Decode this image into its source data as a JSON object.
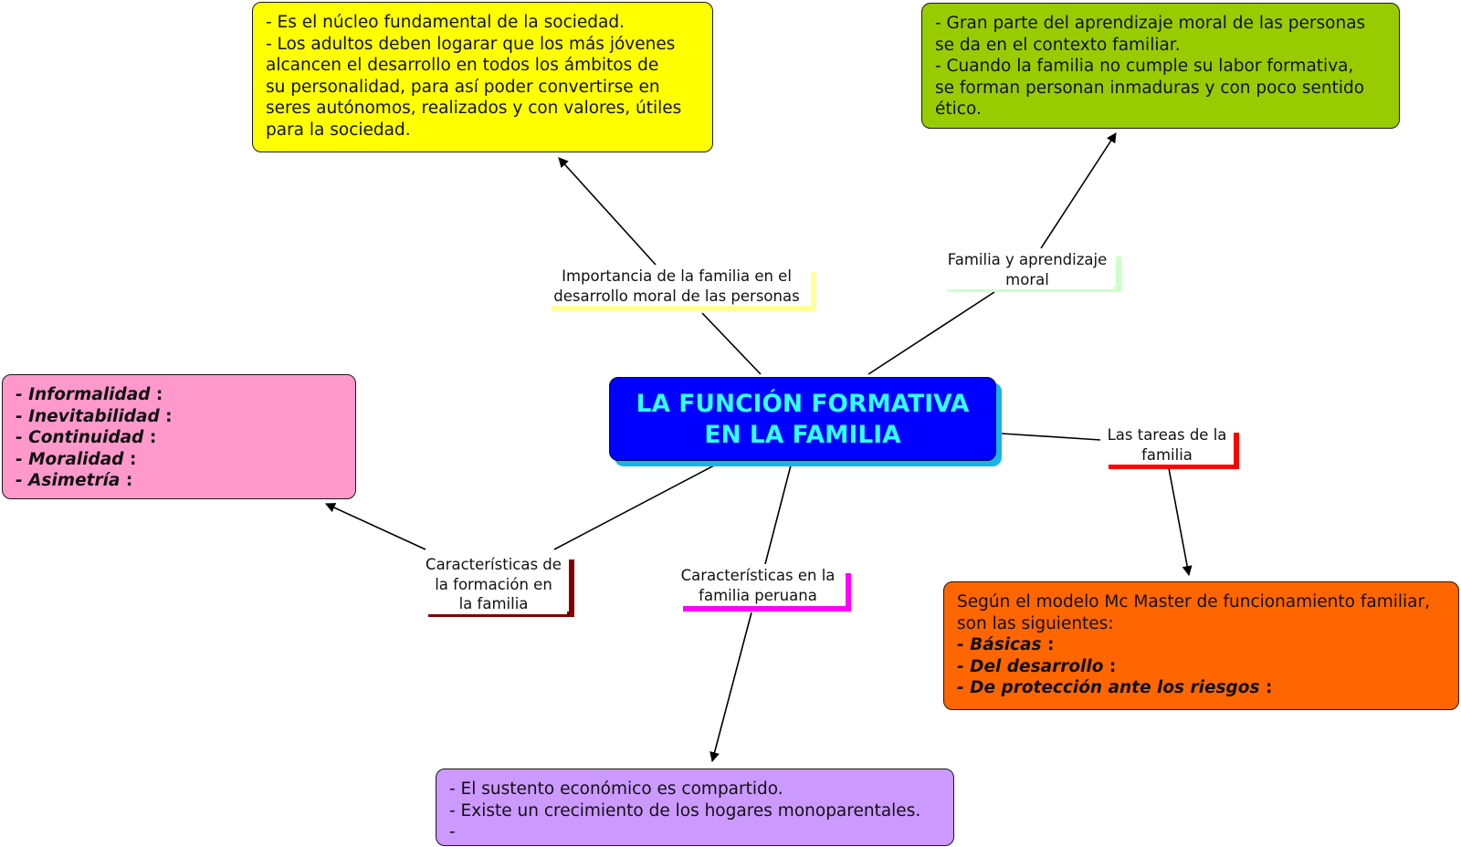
{
  "central": {
    "lines": [
      "LA FUNCIÓN FORMATIVA",
      "EN LA FAMILIA"
    ]
  },
  "links": [
    {
      "id": "importancia",
      "lines": [
        "Importancia de la familia en el",
        "desarrollo moral de las personas"
      ],
      "accent": "#ffff99"
    },
    {
      "id": "aprendizaje",
      "lines": [
        "Familia y aprendizaje",
        "moral"
      ],
      "accent": "#ccffcc"
    },
    {
      "id": "tareas",
      "lines": [
        "Las tareas de la",
        "familia"
      ],
      "accent": "#ff0000"
    },
    {
      "id": "caracteristicas-formacion",
      "lines": [
        "Características de",
        "la formación en",
        "la familia"
      ],
      "accent": "#800000"
    },
    {
      "id": "caracteristicas-peruana",
      "lines": [
        "Características en la",
        "familia peruana"
      ],
      "accent": "#ff00ff"
    }
  ],
  "boxes": {
    "yellow": {
      "color": "#ffff00",
      "lines": [
        "- Es el núcleo fundamental de la sociedad.",
        "- Los adultos deben logarar que los más jóvenes",
        "alcancen el desarrollo en todos los ámbitos de",
        "su personalidad, para así poder convertirse en",
        "seres autónomos, realizados y con valores, útiles",
        "para la sociedad."
      ]
    },
    "green": {
      "color": "#99cc00",
      "lines": [
        "- Gran parte del aprendizaje moral de las personas",
        "se da en el contexto familiar.",
        "- Cuando la familia no cumple su labor formativa,",
        "se forman personan inmaduras y con poco sentido",
        "ético."
      ]
    },
    "pink": {
      "color": "#ff99cc",
      "items": [
        {
          "label": "- Informalidad",
          "suffix": " :"
        },
        {
          "label": "- Inevitabilidad",
          "suffix": " :"
        },
        {
          "label": "- Continuidad",
          "suffix": " :"
        },
        {
          "label": "- Moralidad",
          "suffix": " :"
        },
        {
          "label": "- Asimetría",
          "suffix": " :"
        }
      ]
    },
    "orange": {
      "color": "#ff6600",
      "intro": [
        "Según el modelo Mc Master de funcionamiento familiar,",
        "son las siguientes:"
      ],
      "items": [
        {
          "label": "- Básicas",
          "suffix": " :"
        },
        {
          "label": "- Del desarrollo",
          "suffix": " :"
        },
        {
          "label": "- De protección ante los riesgos",
          "suffix": " :"
        }
      ]
    },
    "purple": {
      "color": "#cc99ff",
      "lines": [
        "- El sustento económico es compartido.",
        "- Existe un crecimiento de los hogares monoparentales.",
        "-"
      ]
    }
  }
}
